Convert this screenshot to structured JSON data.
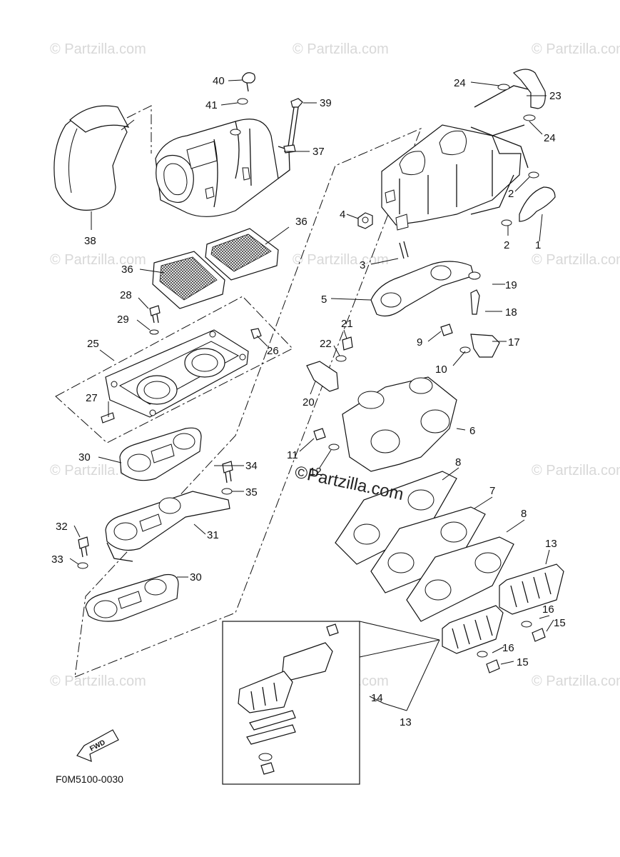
{
  "diagram_code": "F0M5100-0030",
  "fwd_label": "FWD",
  "watermark": "© Partzilla.com",
  "watermark_main": "©Partzilla.com",
  "callouts": {
    "c1": "1",
    "c2a": "2",
    "c2b": "2",
    "c3": "3",
    "c4": "4",
    "c5": "5",
    "c6": "6",
    "c7": "7",
    "c8a": "8",
    "c8b": "8",
    "c9": "9",
    "c10": "10",
    "c11": "11",
    "c12": "12",
    "c13a": "13",
    "c13b": "13",
    "c14": "14",
    "c15a": "15",
    "c15b": "15",
    "c16a": "16",
    "c16b": "16",
    "c17": "17",
    "c18": "18",
    "c19": "19",
    "c20": "20",
    "c21": "21",
    "c22": "22",
    "c23": "23",
    "c24a": "24",
    "c24b": "24",
    "c25": "25",
    "c26": "26",
    "c27": "27",
    "c28": "28",
    "c29": "29",
    "c30a": "30",
    "c30b": "30",
    "c31": "31",
    "c32": "32",
    "c33": "33",
    "c34": "34",
    "c35": "35",
    "c36a": "36",
    "c36b": "36",
    "c37": "37",
    "c38": "38",
    "c39": "39",
    "c40": "40",
    "c41": "41"
  }
}
